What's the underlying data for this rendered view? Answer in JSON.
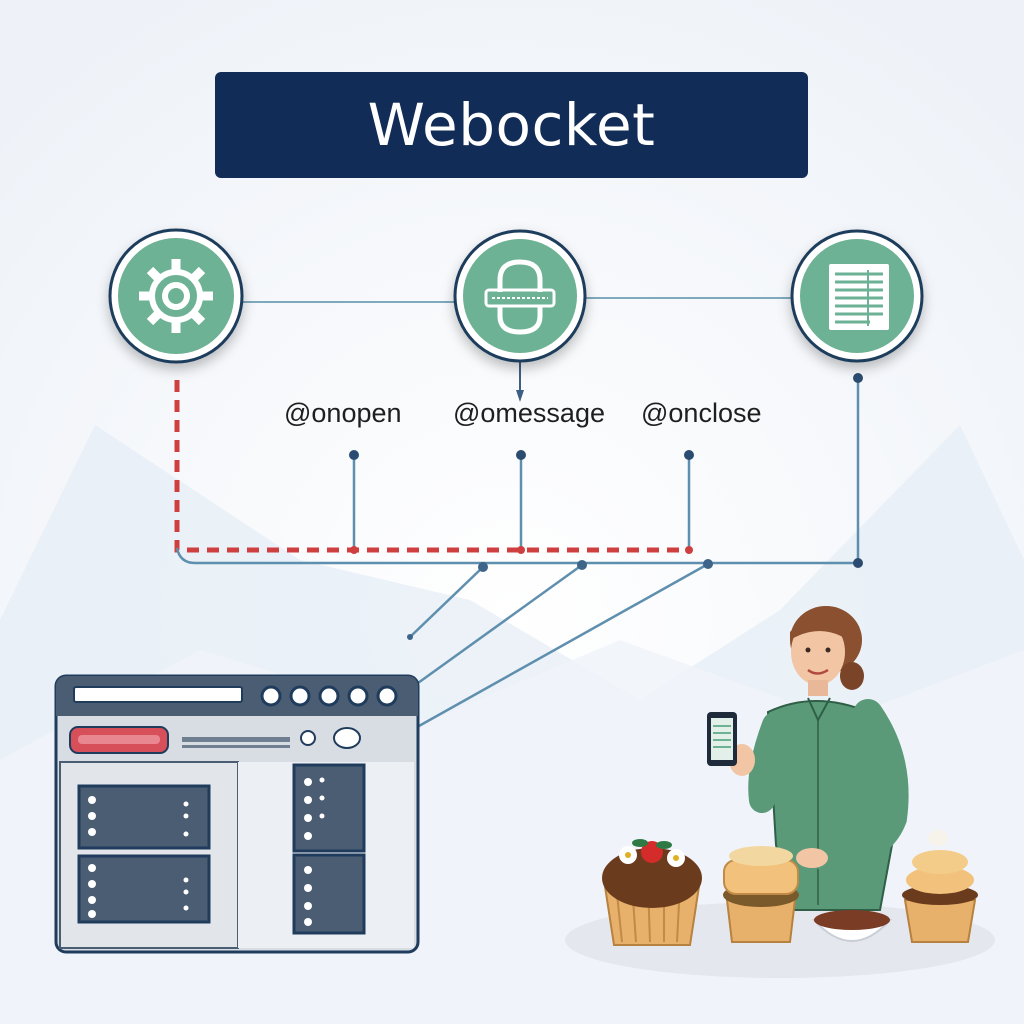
{
  "title": "Webocket",
  "events": [
    {
      "label": "@onopen"
    },
    {
      "label": "@omessage"
    },
    {
      "label": "@onclose"
    }
  ],
  "icons": [
    {
      "name": "gear-icon"
    },
    {
      "name": "lock-icon"
    },
    {
      "name": "document-icon"
    }
  ],
  "colors": {
    "banner": "#112c56",
    "icon_circle": "#6db294",
    "connector": "#5f8fae",
    "dashed_path": "#cf3f3f",
    "shirt": "#5a9a78"
  }
}
